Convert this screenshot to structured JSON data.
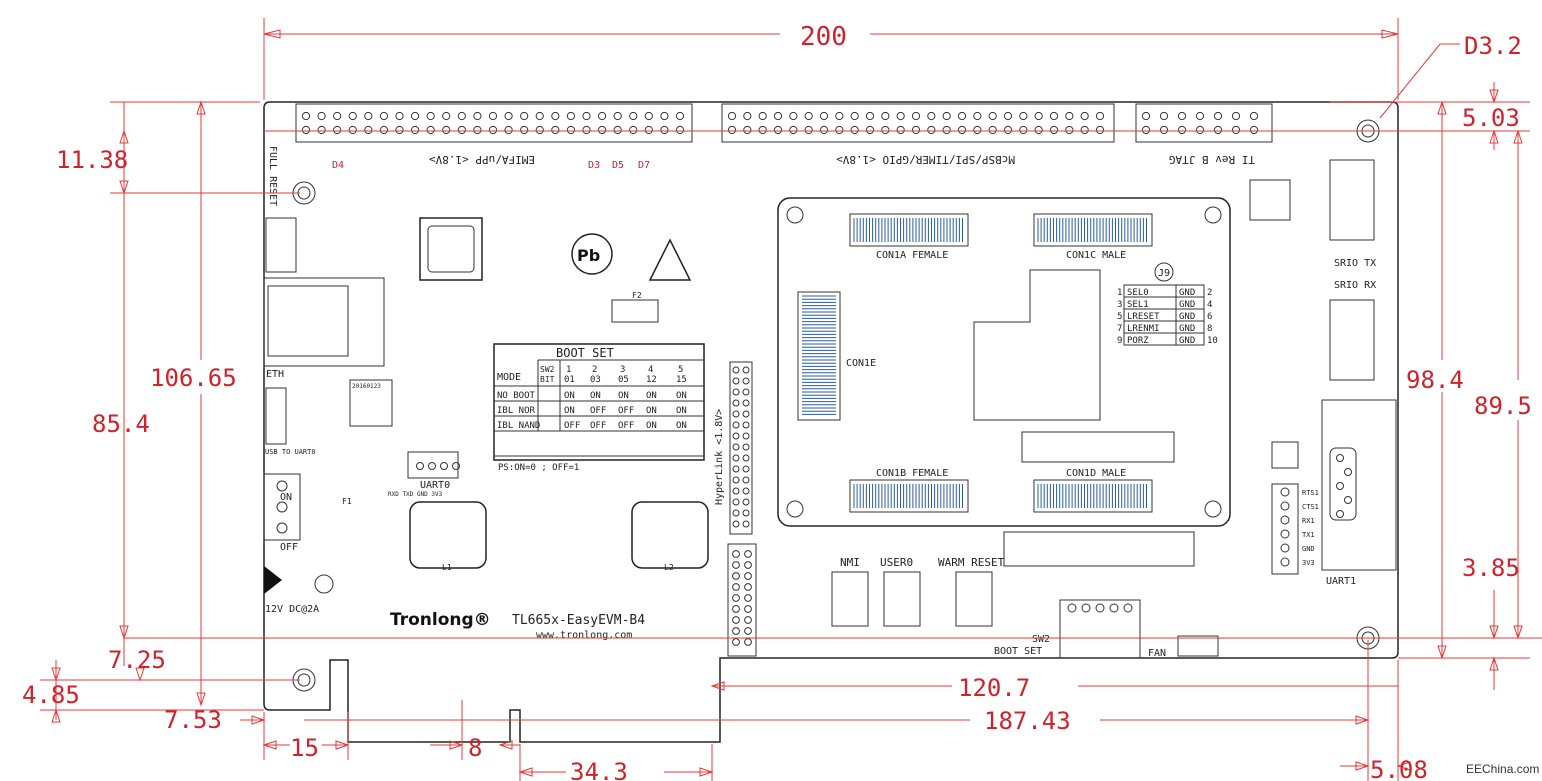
{
  "dimensions": {
    "width_200": "200",
    "d3_2": "D3.2",
    "d5_03": "5.03",
    "d11_38": "11.38",
    "d106_65": "106.65",
    "d85_4": "85.4",
    "d98_4": "98.4",
    "d89_5": "89.5",
    "d3_85": "3.85",
    "d7_25": "7.25",
    "d4_85": "4.85",
    "d7_53": "7.53",
    "d15": "15",
    "d8": "8",
    "d34_3": "34.3",
    "d120_7": "120.7",
    "d187_43": "187.43",
    "d5_08": "5.08"
  },
  "board": {
    "emifa_label": "EMIFA/uPP <1.8V>",
    "mcbsp_label": "McBSP/SPI/TIMER/GPIO <1.8V>",
    "jtag_label": "TI Rev B JTAG",
    "full_reset": "FULL RESET",
    "eth": "ETH",
    "usb_uart0": "USB TO UART0",
    "on": "ON",
    "off": "OFF",
    "power": "12V DC@2A",
    "uart0": "UART0",
    "uart0_pins": "RXD TXD GND 3V3",
    "uart1": "UART1",
    "srio_tx": "SRIO TX",
    "srio_rx": "SRIO RX",
    "hyperlink": "HyperLink <1.8V>",
    "con1a": "CON1A FEMALE",
    "con1b": "CON1B FEMALE",
    "con1c": "CON1C MALE",
    "con1d": "CON1D MALE",
    "con1e": "CON1E",
    "nmi": "NMI",
    "user0": "USER0",
    "warm_reset": "WARM RESET",
    "boot_set": "BOOT SET",
    "sw2": "SW2",
    "fan": "FAN",
    "brand": "Tronlong®",
    "model": "TL665x-EasyEVM-B4",
    "website": "www.tronlong.com",
    "d4": "D4",
    "d3": "D3",
    "d5": "D5",
    "d7": "D7",
    "f1": "F1",
    "f2": "F2",
    "l1": "L1",
    "l2": "L2",
    "j9": "J9",
    "date_code": "20160123"
  },
  "boot_table": {
    "title": "BOOT SET",
    "header_mode": "MODE",
    "header_sw": "SW2 BIT",
    "bits": [
      "1",
      "2",
      "3",
      "4",
      "5"
    ],
    "bit_sub": [
      "01",
      "03",
      "05",
      "12",
      "15"
    ],
    "rows": [
      {
        "mode": "NO BOOT",
        "values": [
          "ON",
          "ON",
          "ON",
          "ON",
          "ON"
        ]
      },
      {
        "mode": "IBL NOR",
        "values": [
          "ON",
          "OFF",
          "OFF",
          "ON",
          "ON"
        ]
      },
      {
        "mode": "IBL NAND",
        "values": [
          "OFF",
          "OFF",
          "OFF",
          "ON",
          "ON"
        ]
      }
    ],
    "footer": "PS:ON=0 ; OFF=1"
  },
  "j9_table": {
    "rows": [
      {
        "l": "1",
        "sig": "SEL0",
        "gnd": "GND",
        "r": "2"
      },
      {
        "l": "3",
        "sig": "SEL1",
        "gnd": "GND",
        "r": "4"
      },
      {
        "l": "5",
        "sig": "LRESET",
        "gnd": "GND",
        "r": "6"
      },
      {
        "l": "7",
        "sig": "LRENMI",
        "gnd": "GND",
        "r": "8"
      },
      {
        "l": "9",
        "sig": "PORZ",
        "gnd": "GND",
        "r": "10"
      }
    ]
  },
  "uart1_pins": [
    "RTS1",
    "CTS1",
    "RX1",
    "TX1",
    "GND",
    "3V3"
  ],
  "watermark": "EEChina.com",
  "colors": {
    "dimension": "#d0222a",
    "silkscreen": "#222222",
    "board_bg": "#ffffff"
  }
}
